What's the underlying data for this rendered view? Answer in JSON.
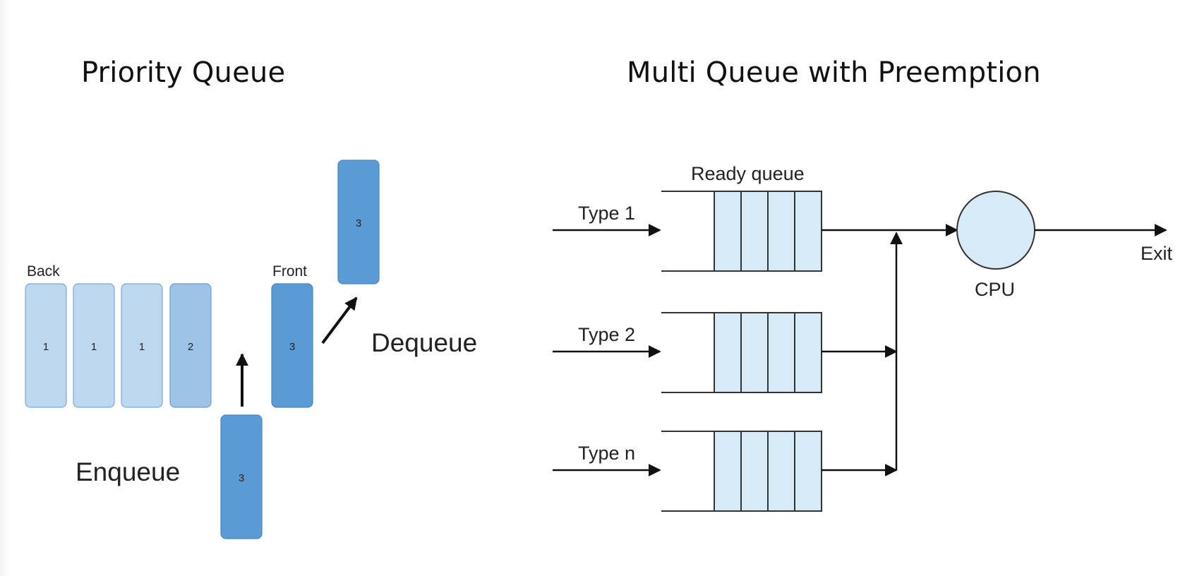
{
  "left_panel": {
    "title": "Priority Queue",
    "back_label": "Back",
    "front_label": "Front",
    "enqueue_label": "Enqueue",
    "dequeue_label": "Dequeue",
    "queue_items": [
      "1",
      "1",
      "1",
      "2",
      "3"
    ],
    "enqueued_item": "3",
    "dequeued_item": "3"
  },
  "right_panel": {
    "title": "Multi Queue with Preemption",
    "ready_queue_label": "Ready queue",
    "queues": [
      {
        "type_label": "Type 1"
      },
      {
        "type_label": "Type 2"
      },
      {
        "type_label": "Type n"
      }
    ],
    "cpu_label": "CPU",
    "exit_label": "Exit"
  },
  "colors": {
    "light_box": "#bdd7ee",
    "medium_box": "#9dc3e6",
    "dark_box": "#5b9bd5",
    "queue_cell": "#d6eaf8"
  }
}
